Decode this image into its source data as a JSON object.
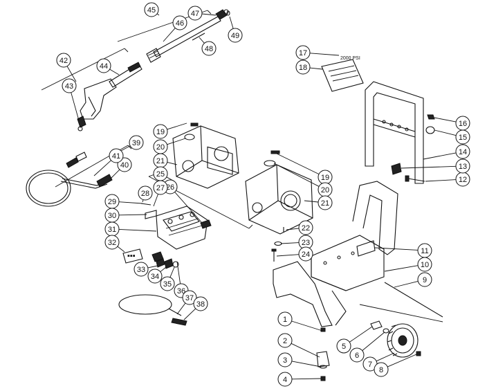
{
  "decal_text": "2000 PSI",
  "callouts": [
    "1",
    "2",
    "3",
    "4",
    "5",
    "6",
    "7",
    "8",
    "9",
    "10",
    "11",
    "12",
    "13",
    "14",
    "15",
    "16",
    "17",
    "18",
    "19",
    "20",
    "21",
    "22",
    "23",
    "24",
    "25",
    "26",
    "27",
    "28",
    "29",
    "30",
    "31",
    "32",
    "33",
    "34",
    "35",
    "36",
    "37",
    "38",
    "39",
    "40",
    "41",
    "42",
    "43",
    "44",
    "45",
    "46",
    "47",
    "48",
    "49",
    "19",
    "20",
    "21"
  ]
}
